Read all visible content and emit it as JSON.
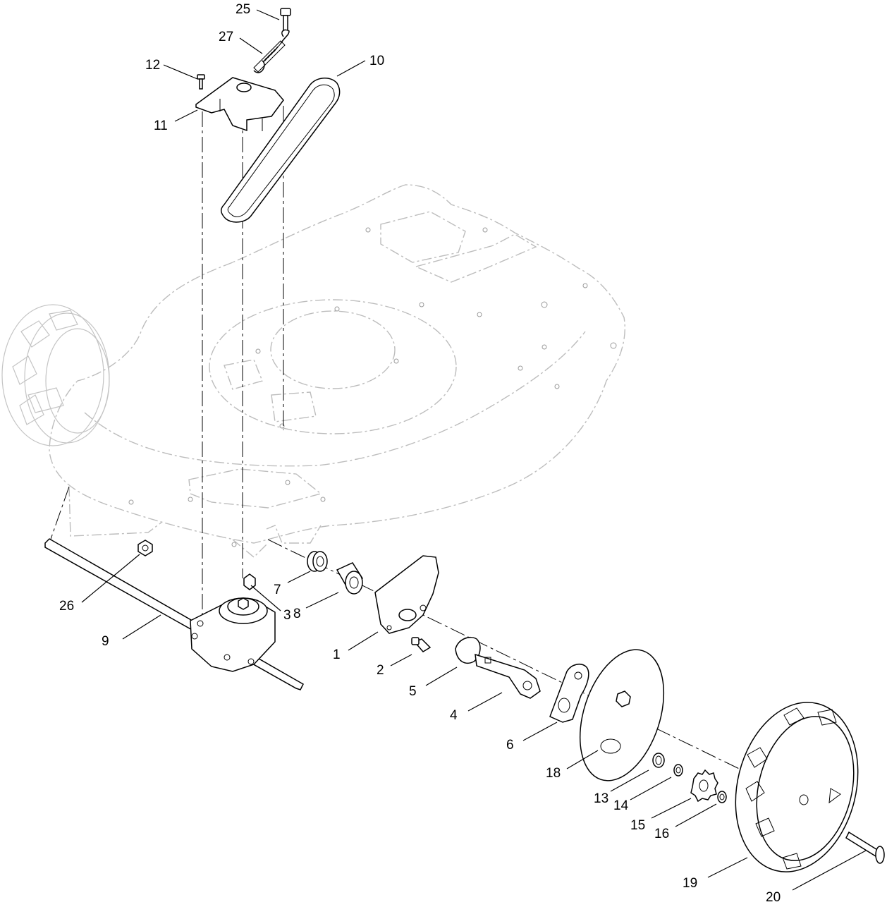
{
  "callouts": [
    {
      "id": "c1",
      "text": "1"
    },
    {
      "id": "c2",
      "text": "2"
    },
    {
      "id": "c3",
      "text": "3"
    },
    {
      "id": "c4",
      "text": "4"
    },
    {
      "id": "c5",
      "text": "5"
    },
    {
      "id": "c6",
      "text": "6"
    },
    {
      "id": "c7",
      "text": "7"
    },
    {
      "id": "c8",
      "text": "8"
    },
    {
      "id": "c9",
      "text": "9"
    },
    {
      "id": "c10",
      "text": "10"
    },
    {
      "id": "c11",
      "text": "11"
    },
    {
      "id": "c12",
      "text": "12"
    },
    {
      "id": "c13",
      "text": "13"
    },
    {
      "id": "c14",
      "text": "14"
    },
    {
      "id": "c15",
      "text": "15"
    },
    {
      "id": "c16",
      "text": "16"
    },
    {
      "id": "c18",
      "text": "18"
    },
    {
      "id": "c19",
      "text": "19"
    },
    {
      "id": "c20",
      "text": "20"
    },
    {
      "id": "c25",
      "text": "25"
    },
    {
      "id": "c26",
      "text": "26"
    },
    {
      "id": "c27",
      "text": "27"
    }
  ]
}
